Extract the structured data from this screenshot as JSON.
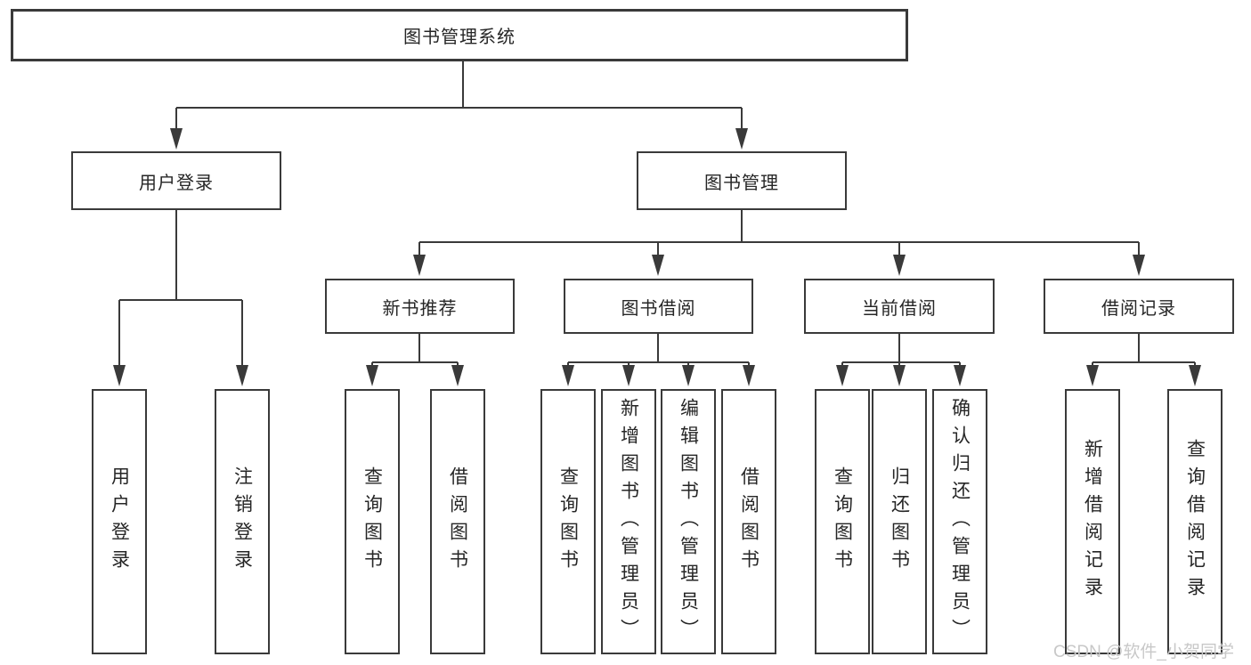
{
  "diagram": {
    "title": "图书管理系统",
    "branches": [
      {
        "label": "用户登录",
        "children": [
          {
            "label": "用户登录"
          },
          {
            "label": "注销登录"
          }
        ]
      },
      {
        "label": "图书管理",
        "children": [
          {
            "label": "新书推荐",
            "children": [
              {
                "label": "查询图书"
              },
              {
                "label": "借阅图书"
              }
            ]
          },
          {
            "label": "图书借阅",
            "children": [
              {
                "label": "查询图书"
              },
              {
                "label": "新增图书（管理员）"
              },
              {
                "label": "编辑图书（管理员）"
              },
              {
                "label": "借阅图书"
              }
            ]
          },
          {
            "label": "当前借阅",
            "children": [
              {
                "label": "查询图书"
              },
              {
                "label": "归还图书"
              },
              {
                "label": "确认归还（管理员）"
              }
            ]
          },
          {
            "label": "借阅记录",
            "children": [
              {
                "label": "新增借阅记录"
              },
              {
                "label": "查询借阅记录"
              }
            ]
          }
        ]
      }
    ]
  },
  "watermark": {
    "text": "CSDN @软件_小贺同学"
  },
  "colors": {
    "line": "#3a3a3a",
    "text": "#262626",
    "watermark": "#c8c8c8",
    "background": "#ffffff"
  }
}
